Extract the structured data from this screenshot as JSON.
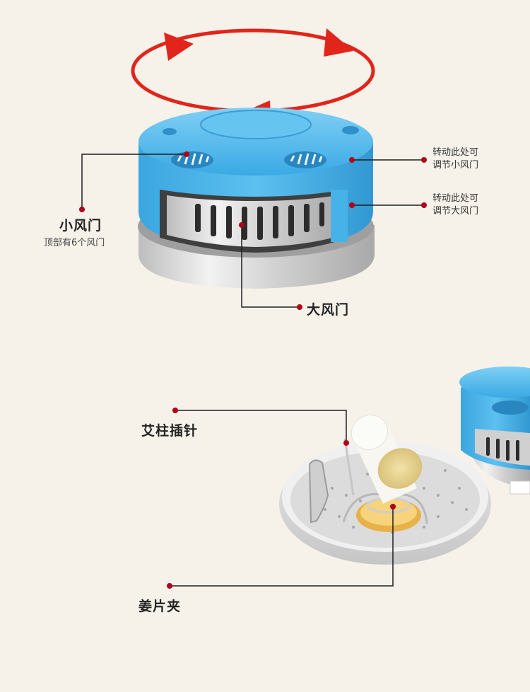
{
  "labels": {
    "small_vent": "小风门",
    "small_vent_note": "顶部有6个风门",
    "big_vent": "大风门",
    "turn_small_line1": "转动此处可",
    "turn_small_line2": "调节小风门",
    "turn_big_line1": "转动此处可",
    "turn_big_line2": "调节大风门",
    "moxa_pin": "艾柱插针",
    "ginger_clip": "姜片夹"
  },
  "colors": {
    "background": "#f6f2ea",
    "accent_red": "#e1251b",
    "pointer_dark": "#b0001a",
    "device_blue": "#4fb8ec",
    "steel": "#d4d4d4"
  },
  "icons": {
    "rotate": "rotate-arrows-icon"
  }
}
